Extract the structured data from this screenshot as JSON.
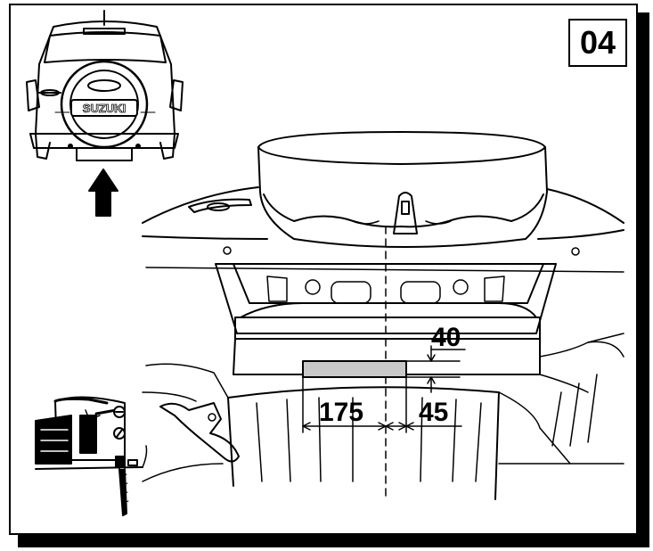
{
  "step_number": "04",
  "vehicle_brand": "SUZUKI",
  "dimensions": {
    "height": "40",
    "left_offset": "175",
    "right_offset": "45"
  },
  "colors": {
    "line": "#000000",
    "plate_fill": "#c8c8c8",
    "background": "#ffffff"
  },
  "icons": [
    "up-arrow-icon",
    "jigsaw-cutting-tool-icon"
  ]
}
